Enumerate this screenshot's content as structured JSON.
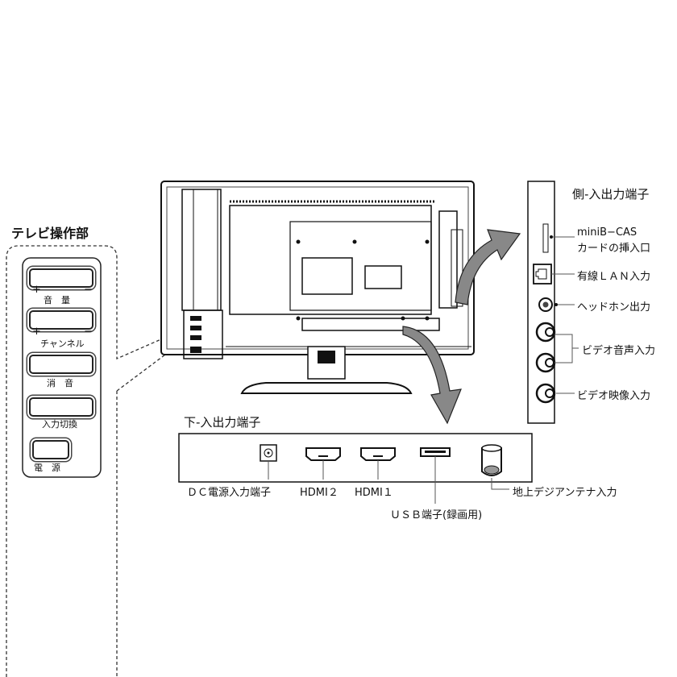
{
  "control_panel": {
    "title": "テレビ操作部",
    "volume": {
      "plus": "+",
      "minus": "−",
      "label": "音　量"
    },
    "channel": {
      "plus": "+",
      "minus": "−",
      "label": "チャンネル"
    },
    "mute": "消　音",
    "input": "入力切換",
    "power": "電　源"
  },
  "side_ports": {
    "title": "側-入出力端子",
    "bcas_line1": "miniB−CAS",
    "bcas_line2": "カードの挿入口",
    "lan": "有線ＬＡＮ入力",
    "headphone": "ヘッドホン出力",
    "video_audio": "ビデオ音声入力",
    "video": "ビデオ映像入力"
  },
  "bottom_ports": {
    "title": "下-入出力端子",
    "dc": "ＤＣ電源入力端子",
    "hdmi2": "HDMI２",
    "hdmi1": "HDMI１",
    "usb": "ＵＳＢ端子(録画用)",
    "antenna": "地上デジアンテナ入力"
  }
}
